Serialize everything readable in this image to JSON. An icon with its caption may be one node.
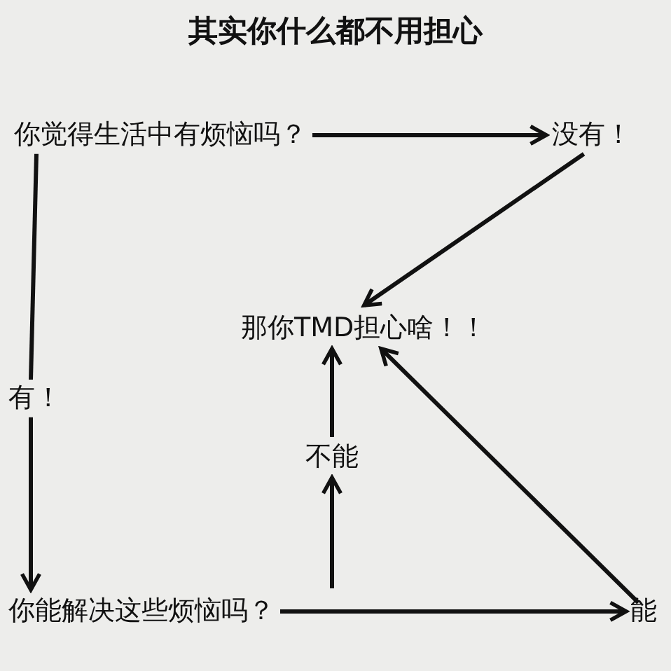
{
  "diagram": {
    "title": "其实你什么都不用担心",
    "nodes": [
      {
        "text": [
          "你觉得生活中有烦恼吗？"
        ]
      },
      {
        "text": [
          "没有！"
        ]
      },
      {
        "text": [
          "那你TMD担心啥！！"
        ]
      },
      {
        "text": [
          "有！"
        ]
      },
      {
        "text": [
          "你能解决这些烦恼吗？"
        ]
      },
      {
        "text": [
          "不能"
        ]
      },
      {
        "text": [
          "能"
        ]
      }
    ],
    "edges": [
      {
        "from": 0,
        "to": 1,
        "arrow": "to"
      },
      {
        "from": 1,
        "to": 2,
        "arrow": "to"
      },
      {
        "from": 0,
        "to": 3,
        "arrow": "none"
      },
      {
        "from": 3,
        "to": 4,
        "arrow": "to"
      },
      {
        "from": 4,
        "to": 6,
        "arrow": "to"
      },
      {
        "from": 4,
        "to": 5,
        "arrow": "to"
      },
      {
        "from": 5,
        "to": 2,
        "arrow": "to"
      },
      {
        "from": 6,
        "to": 2,
        "arrow": "to"
      }
    ]
  }
}
